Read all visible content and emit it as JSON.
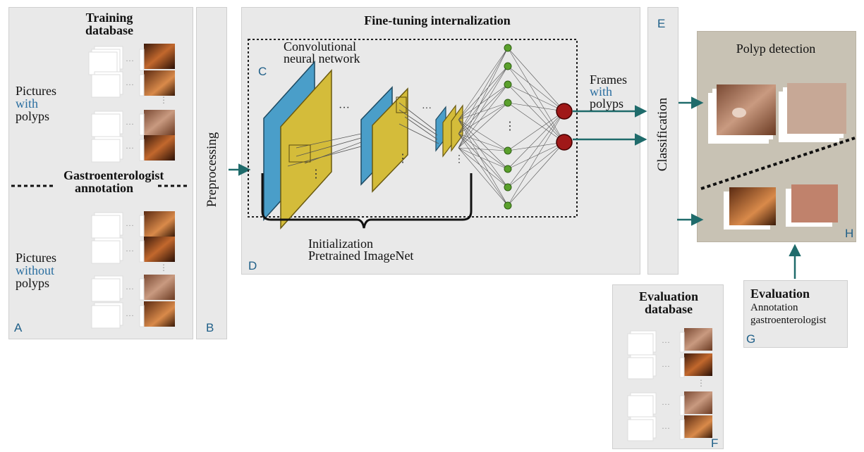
{
  "panelA": {
    "title_line1": "Training",
    "title_line2": "database",
    "pictures_with": [
      "Pictures",
      "with",
      "polyps"
    ],
    "annotation_line1": "Gastroenterologist",
    "annotation_line2": "annotation",
    "pictures_without": [
      "Pictures",
      "without",
      "polyps"
    ],
    "letter": "A"
  },
  "panelB": {
    "label": "Preprocessing",
    "letter": "B"
  },
  "panelCD": {
    "title": "Fine-tuning internalization",
    "cnn_line1": "Convolutional",
    "cnn_line2": "neural network",
    "letter_c": "C",
    "letter_d": "D",
    "init_line1": "Initialization",
    "init_line2": "Pretrained ImageNet"
  },
  "frames": [
    "Frames",
    "with",
    "polyps"
  ],
  "panelE": {
    "label": "Classification",
    "letter": "E"
  },
  "panelH": {
    "title": "Polyp detection",
    "letter": "H"
  },
  "panelF": {
    "title_line1": "Evaluation",
    "title_line2": "database",
    "letter": "F"
  },
  "panelG": {
    "title": "Evaluation",
    "line2": "Annotation",
    "line3": "gastroenterologist",
    "letter": "G"
  },
  "colors": {
    "panel": "#e9e9e9",
    "arrow": "#1f6b6b",
    "blue_layer": "#4a9ec9",
    "yellow_layer": "#d4bc3a",
    "node": "#5aa02c",
    "output_node": "#a01818",
    "detection_bg": "#c8c2b4"
  }
}
